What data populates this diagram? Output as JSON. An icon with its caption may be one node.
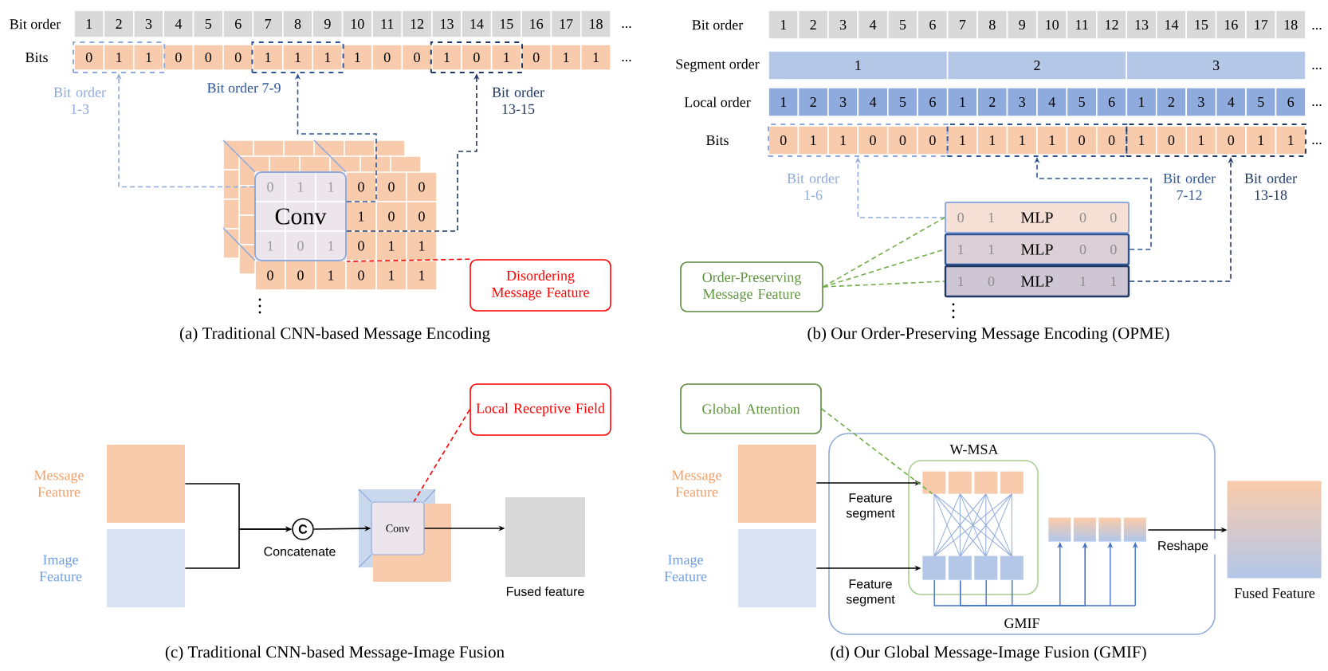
{
  "diagram": {
    "nodes": [
      {
        "text": [],
        "shape": "box",
        "beside": [
          "Bit order 1-3"
        ]
      },
      {
        "text": [],
        "shape": "box",
        "beside": [
          "Bit order 7-9"
        ]
      },
      {
        "text": [],
        "shape": "box",
        "beside": [
          "Bit order 13-15"
        ]
      },
      {
        "text": [
          "Conv"
        ]
      },
      {
        "text": [
          "Disordering Message Feature"
        ]
      },
      {
        "text": [],
        "shape": "box",
        "beside": [
          "Bit order 1-6"
        ]
      },
      {
        "text": [],
        "shape": "box"
      },
      {
        "text": [],
        "shape": "box",
        "beside": [
          "Bit order 13-18"
        ]
      },
      {
        "text": [
          "MLP"
        ]
      },
      {
        "text": [
          "MLP"
        ]
      },
      {
        "text": [
          "MLP"
        ]
      },
      {
        "text": [
          "Order-Preserving Message Feature"
        ]
      },
      {
        "text": [
          "Message Feature"
        ]
      },
      {
        "text": [
          "Image Feature"
        ]
      },
      {
        "text": [
          "C"
        ],
        "beside": [
          "Concatenate"
        ]
      },
      {
        "text": [
          "Conv"
        ]
      },
      {
        "text": [
          "Fused feature"
        ]
      },
      {
        "text": [
          "Local Receptive Field"
        ]
      },
      {
        "text": [
          "Global Attention"
        ]
      },
      {
        "text": [
          "GMIF"
        ]
      },
      {
        "text": [
          "W-MSA"
        ],
        "in": 19
      },
      {
        "text": [],
        "shape": "box",
        "in": 20
      },
      {
        "text": [],
        "shape": "picture",
        "in": 20
      },
      {
        "text": [],
        "shape": "box",
        "in": 20
      },
      {
        "text": [],
        "shape": "box",
        "in": 19
      },
      {
        "text": [
          "Message Feature"
        ]
      },
      {
        "text": [
          "Image Feature"
        ]
      },
      {
        "text": [
          "Fused Feature"
        ]
      }
    ],
    "edges": [
      {
        "from": 3,
        "to": 0,
        "arrow": "to",
        "style": "dashed",
        "color": "#8faadc"
      },
      {
        "from": 3,
        "to": 1,
        "arrow": "to",
        "style": "dashed",
        "color": "#2f5597"
      },
      {
        "from": 3,
        "to": 2,
        "arrow": "to",
        "style": "dashed",
        "color": "#203864"
      },
      {
        "from": 4,
        "to": 3,
        "arrow": "none",
        "style": "dashed",
        "color": "#ff0000"
      },
      {
        "from": 8,
        "to": 5,
        "arrow": "to",
        "style": "dashed",
        "color": "#8faadc"
      },
      {
        "from": 9,
        "to": 6,
        "arrow": "to",
        "style": "dashed",
        "color": "#2f5597"
      },
      {
        "from": 10,
        "to": 7,
        "arrow": "to",
        "style": "dashed",
        "color": "#203864"
      },
      {
        "from": 11,
        "to": 8,
        "arrow": "none",
        "style": "dashed",
        "color": "#70ad47"
      },
      {
        "from": 11,
        "to": 9,
        "arrow": "none",
        "style": "dashed",
        "color": "#70ad47"
      },
      {
        "from": 11,
        "to": 10,
        "arrow": "none",
        "style": "dashed",
        "color": "#70ad47"
      },
      {
        "from": 12,
        "to": 14,
        "arrow": "to"
      },
      {
        "from": 13,
        "to": 14,
        "arrow": "to"
      },
      {
        "from": 14,
        "to": 15,
        "arrow": "to"
      },
      {
        "from": 15,
        "to": 16,
        "arrow": "to"
      },
      {
        "from": 17,
        "to": 15,
        "arrow": "none",
        "style": "dashed",
        "color": "#ff0000"
      },
      {
        "from": 25,
        "to": 21,
        "arrow": "to",
        "label": "Feature segment"
      },
      {
        "from": 26,
        "to": 23,
        "arrow": "to",
        "label": "Feature segment"
      },
      {
        "from": 23,
        "to": 24,
        "arrow": "to",
        "color": "#4472c4"
      },
      {
        "from": 24,
        "to": 27,
        "arrow": "to",
        "label": "Reshape"
      },
      {
        "from": 18,
        "to": 22,
        "arrow": "none",
        "style": "dashed",
        "color": "#70ad47"
      }
    ],
    "labels": [
      "Bit order",
      "1",
      "2",
      "3",
      "4",
      "5",
      "6",
      "7",
      "8",
      "9",
      "10",
      "11",
      "12",
      "13",
      "14",
      "15",
      "16",
      "17",
      "18",
      "...",
      "Bits",
      "0",
      "1",
      "1",
      "0",
      "0",
      "0",
      "1",
      "1",
      "1",
      "1",
      "0",
      "0",
      "1",
      "0",
      "1",
      "0",
      "1",
      "1",
      "...",
      "0",
      "1",
      "1",
      "0",
      "0",
      "0",
      "1",
      "0",
      "0",
      "1",
      "0",
      "1",
      "0",
      "1",
      "1",
      "0",
      "0",
      "1",
      "0",
      "1",
      "1",
      "(a) Traditional CNN-based Message Encoding",
      "Bit order",
      "1",
      "2",
      "3",
      "4",
      "5",
      "6",
      "7",
      "8",
      "9",
      "10",
      "11",
      "12",
      "13",
      "14",
      "15",
      "16",
      "17",
      "18",
      "...",
      "Segment order",
      "1",
      "2",
      "3",
      "...",
      "Local order",
      "1",
      "2",
      "3",
      "4",
      "5",
      "6",
      "1",
      "2",
      "3",
      "4",
      "5",
      "6",
      "1",
      "2",
      "3",
      "4",
      "5",
      "6",
      "...",
      "Bits",
      "0",
      "1",
      "1",
      "0",
      "0",
      "0",
      "1",
      "1",
      "1",
      "1",
      "0",
      "0",
      "1",
      "0",
      "1",
      "0",
      "1",
      "1",
      "...",
      "Bit order 7-12",
      "0",
      "1",
      "0",
      "0",
      "1",
      "1",
      "0",
      "0",
      "1",
      "0",
      "1",
      "1",
      "(b) Our Order-Preserving Message Encoding (OPME)",
      "(c) Traditional CNN-based Message-Image Fusion",
      "(d) Our Global Message-Image Fusion (GMIF)"
    ]
  }
}
